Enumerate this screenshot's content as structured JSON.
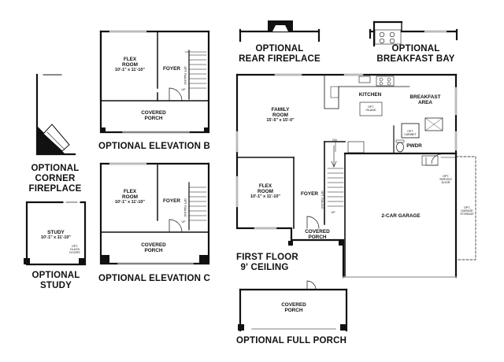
{
  "captions": {
    "optional_corner_fireplace": [
      "OPTIONAL",
      "CORNER",
      "FIREPLACE"
    ],
    "optional_study": [
      "OPTIONAL",
      "STUDY"
    ],
    "optional_elevation_b": "OPTIONAL ELEVATION B",
    "optional_elevation_c": "OPTIONAL ELEVATION C",
    "optional_rear_fireplace": [
      "OPTIONAL",
      "REAR FIREPLACE"
    ],
    "optional_breakfast_bay": [
      "OPTIONAL",
      "BREAKFAST BAY"
    ],
    "first_floor": [
      "FIRST FLOOR",
      "9' CEILING"
    ],
    "optional_full_porch": "OPTIONAL FULL PORCH"
  },
  "rooms": {
    "flex_room": {
      "name": [
        "FLEX",
        "ROOM"
      ],
      "size": "10'-1\" x 11'-10\""
    },
    "study": {
      "name": "STUDY",
      "size": "10'-1\" x 11'-10\""
    },
    "family_room": {
      "name": [
        "FAMILY",
        "ROOM"
      ],
      "size": "15'-5\" x 15'-0\""
    },
    "kitchen": "KITCHEN",
    "breakfast_area": [
      "BREAKFAST",
      "AREA"
    ],
    "foyer": "FOYER",
    "covered_porch": [
      "COVERED",
      "PORCH"
    ],
    "pwdr": "PWDR",
    "garage": "2-CAR GARAGE"
  },
  "notes": {
    "opt_railing": "OPT. RAILING",
    "up": "UP",
    "dn": "DN",
    "opt_island": [
      "OPT.",
      "ISLAND"
    ],
    "opt_cabinet": [
      "OPT.",
      "CABINET"
    ],
    "opt_service_door": [
      "OPT.",
      "SERVICE",
      "DOOR"
    ],
    "opt_garage_storage": [
      "OPT.",
      "GARAGE",
      "STORAGE"
    ],
    "opt_glass_doors": [
      "OPT.",
      "GLASS",
      "DOORS"
    ]
  },
  "colors": {
    "wall": "#111111",
    "line": "#333333",
    "thin": "#888888",
    "window": "#b8b8b8"
  }
}
